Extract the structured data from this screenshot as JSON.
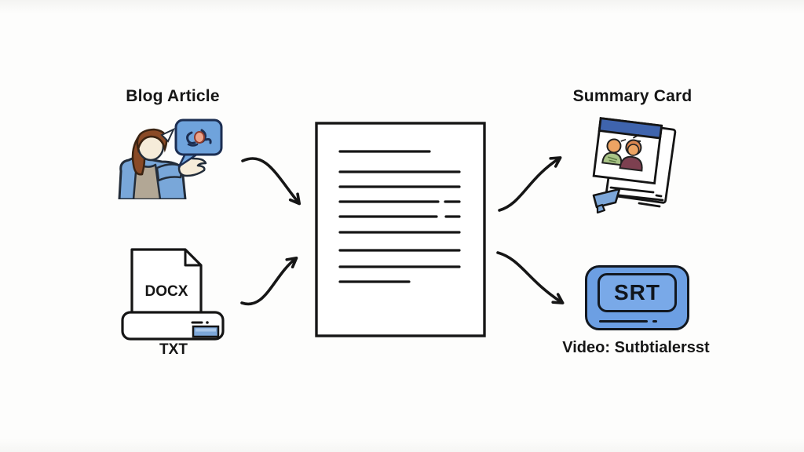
{
  "diagram": {
    "title_hint": "document-to-outputs conversion flow",
    "nodes": {
      "blog": {
        "label": "Blog Article",
        "icon": "person-speaking-icon"
      },
      "file": {
        "doc_label": "DOCX",
        "label": "TXT",
        "icon": "document-file-tray-icon"
      },
      "document": {
        "icon": "text-document-icon"
      },
      "summary": {
        "label": "Summary Card",
        "icon": "stacked-cards-icon"
      },
      "subtitles": {
        "button_label": "SRT",
        "label": "Video: Sutbtialersst",
        "icon": "subtitle-screen-icon"
      }
    },
    "edges": [
      {
        "from": "blog",
        "to": "document"
      },
      {
        "from": "file",
        "to": "document"
      },
      {
        "from": "document",
        "to": "summary"
      },
      {
        "from": "document",
        "to": "subtitles"
      }
    ]
  },
  "colors": {
    "background": "#fcfcfb",
    "outline": "#161616",
    "bubble_blue": "#6fa3dc",
    "bubble_border": "#1c2e52",
    "srt_blue": "#6c9fe3",
    "srt_inner_blue": "#79a9e8",
    "card_header_blue": "#3f64ad",
    "button_blue": "#7da7d9",
    "skin": "#f6ecd9",
    "head_orange": "#eda463",
    "hair_brown": "#8a4a26",
    "vest_gray": "#b2a795",
    "shirt_green": "#a9c487",
    "shirt_maroon": "#7d4050"
  }
}
